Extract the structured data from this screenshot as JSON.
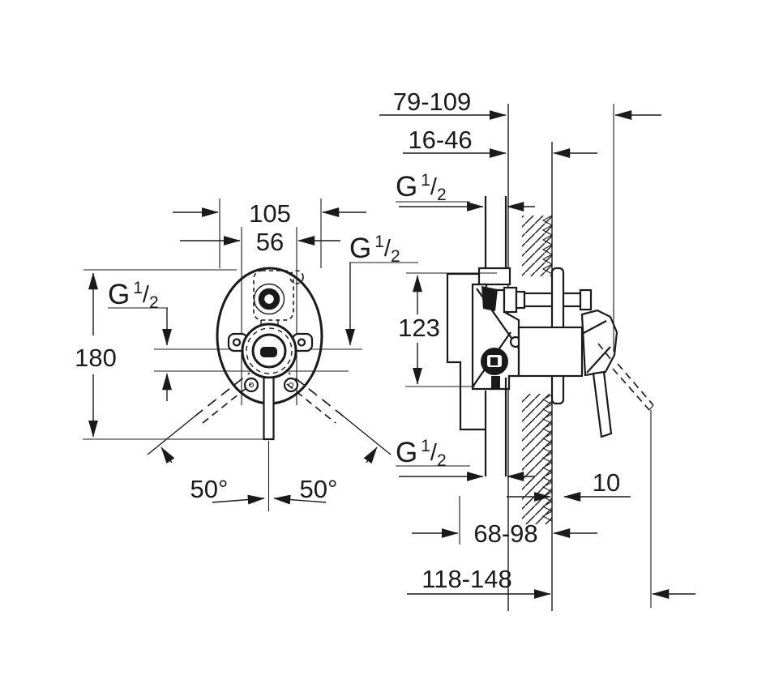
{
  "drawing_title": "concealed-single-lever-bath-shower-mixer-installation-dimensions",
  "colors": {
    "line": "#1a1a1a",
    "background": "#ffffff"
  },
  "labels": {
    "thread": {
      "base": "G",
      "sup": "1",
      "slash": "/",
      "sub": "2"
    }
  },
  "front_view": {
    "dim_body_width": "105",
    "dim_port_spacing": "56",
    "dim_body_height": "180",
    "dim_lever_angle_left": "50°",
    "dim_lever_angle_right": "50°"
  },
  "side_view": {
    "dim_projection_range": "79-109",
    "dim_wall_thickness_range": "16-46",
    "dim_port_offset_height": "123",
    "dim_plate_thickness": "10",
    "dim_body_depth_range": "68-98",
    "dim_total_depth_range": "118-148"
  }
}
